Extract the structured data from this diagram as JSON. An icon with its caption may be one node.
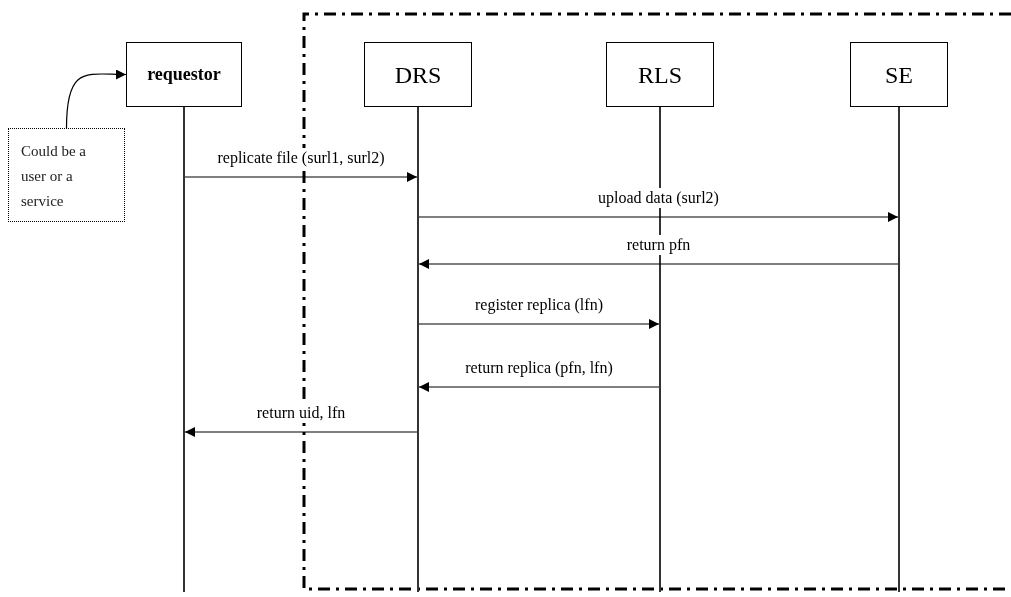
{
  "diagram": {
    "nodes": [
      {
        "text": [
          "requestor"
        ]
      },
      {
        "text": [],
        "shape": "box"
      },
      {
        "text": [
          "DRS"
        ],
        "in": 1
      },
      {
        "text": [
          "RLS"
        ],
        "in": 1
      },
      {
        "text": [
          "SE"
        ],
        "in": 1
      },
      {
        "text": [
          "Could be a user or a service"
        ]
      },
      {
        "text": [],
        "shape": "bar"
      },
      {
        "text": [],
        "shape": "bar",
        "in": 1
      },
      {
        "text": [],
        "shape": "bar",
        "in": 1
      },
      {
        "text": [],
        "shape": "bar",
        "in": 1
      }
    ],
    "edges": [
      {
        "from": 5,
        "to": 0,
        "arrow": "to"
      },
      {
        "from": 6,
        "to": 7,
        "arrow": "to",
        "label": "replicate file (surl1, surl2)"
      },
      {
        "from": 7,
        "to": 9,
        "arrow": "to",
        "label": "upload data (surl2)"
      },
      {
        "from": 9,
        "to": 7,
        "arrow": "to",
        "label": "return pfn"
      },
      {
        "from": 7,
        "to": 8,
        "arrow": "to",
        "label": "register replica (lfn)"
      },
      {
        "from": 8,
        "to": 7,
        "arrow": "to",
        "label": "return replica (pfn, lfn)"
      },
      {
        "from": 7,
        "to": 6,
        "arrow": "to",
        "label": "return uid, lfn"
      }
    ]
  }
}
